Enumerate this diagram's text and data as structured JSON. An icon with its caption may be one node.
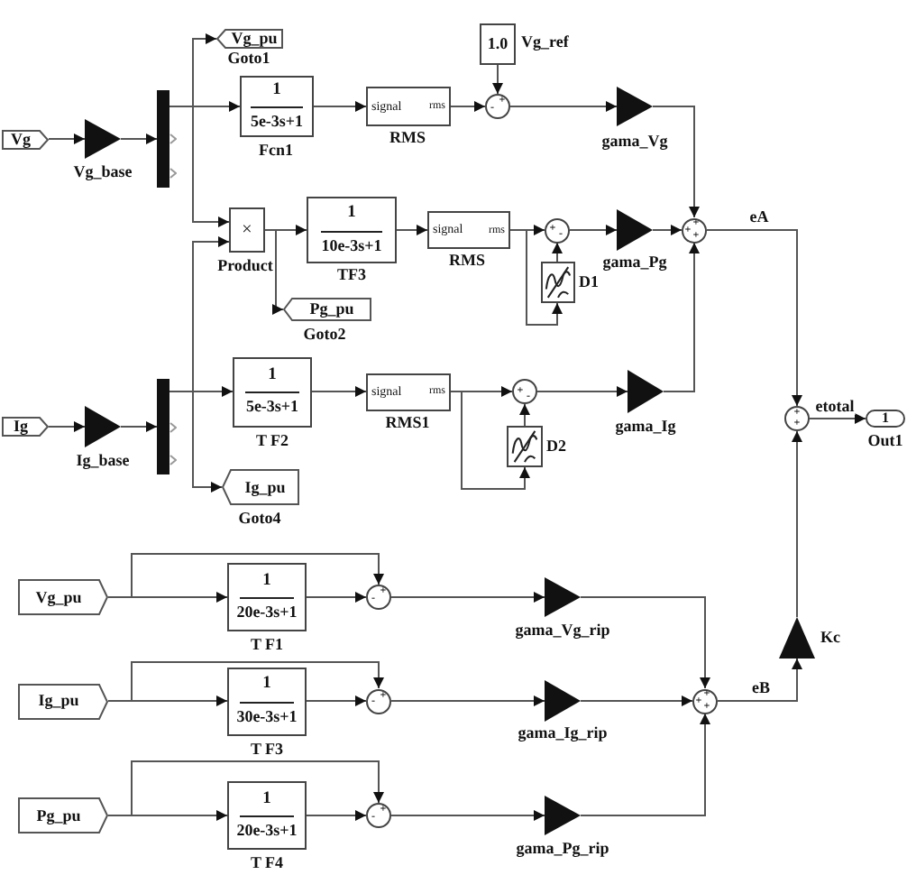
{
  "diagram": {
    "nodes": [
      {
        "text": [
          "Vg_pu"
        ],
        "beside": [
          "Goto1"
        ]
      },
      {
        "text": [
          "1.0"
        ],
        "beside": [
          "Vg_ref"
        ]
      },
      {
        "text": [
          "Vg"
        ]
      },
      {
        "text": [],
        "shape": "triangle",
        "beside": [
          "Vg_base"
        ]
      },
      {
        "text": [],
        "shape": "bar"
      },
      {
        "text": [
          "1",
          "5e-3s+1"
        ],
        "beside": [
          "Fcn1"
        ]
      },
      {
        "text": [
          "signal",
          "rms"
        ],
        "beside": [
          "RMS"
        ]
      },
      {
        "text": [
          "+",
          "-"
        ]
      },
      {
        "text": [],
        "shape": "triangle",
        "beside": [
          "gama_Vg"
        ]
      },
      {
        "text": [
          "×"
        ],
        "beside": [
          "Product"
        ]
      },
      {
        "text": [
          "1",
          "10e-3s+1"
        ],
        "beside": [
          "TF3"
        ]
      },
      {
        "text": [
          "signal",
          "rms"
        ],
        "beside": [
          "RMS"
        ]
      },
      {
        "text": [
          "+",
          "-"
        ]
      },
      {
        "text": [],
        "shape": "triangle",
        "beside": [
          "gama_Pg"
        ]
      },
      {
        "text": [
          "+",
          "+",
          "+"
        ]
      },
      {
        "text": [],
        "shape": "box",
        "beside": [
          "D1"
        ]
      },
      {
        "text": [
          "Pg_pu"
        ],
        "beside": [
          "Goto2"
        ]
      },
      {
        "text": [
          "Ig"
        ]
      },
      {
        "text": [],
        "shape": "triangle",
        "beside": [
          "Ig_base"
        ]
      },
      {
        "text": [],
        "shape": "bar"
      },
      {
        "text": [
          "1",
          "5e-3s+1"
        ],
        "beside": [
          "T F2"
        ]
      },
      {
        "text": [
          "signal",
          "rms"
        ],
        "beside": [
          "RMS1"
        ]
      },
      {
        "text": [
          "+",
          "-"
        ]
      },
      {
        "text": [],
        "shape": "triangle",
        "beside": [
          "gama_Ig"
        ]
      },
      {
        "text": [
          "+",
          "+"
        ]
      },
      {
        "text": [
          "1"
        ],
        "beside": [
          "Out1"
        ]
      },
      {
        "text": [],
        "shape": "box",
        "beside": [
          "D2"
        ]
      },
      {
        "text": [
          "Ig_pu"
        ],
        "beside": [
          "Goto4"
        ]
      },
      {
        "text": [
          "Vg_pu"
        ]
      },
      {
        "text": [
          "1",
          "20e-3s+1"
        ],
        "beside": [
          "T F1"
        ]
      },
      {
        "text": [
          "+",
          "-"
        ]
      },
      {
        "text": [],
        "shape": "triangle",
        "beside": [
          "gama_Vg_rip"
        ]
      },
      {
        "text": [
          "Ig_pu"
        ]
      },
      {
        "text": [
          "1",
          "30e-3s+1"
        ],
        "beside": [
          "T F3"
        ]
      },
      {
        "text": [
          "+",
          "-"
        ]
      },
      {
        "text": [],
        "shape": "triangle",
        "beside": [
          "gama_Ig_rip"
        ]
      },
      {
        "text": [
          "+",
          "+",
          "+"
        ]
      },
      {
        "text": [],
        "shape": "triangle",
        "beside": [
          "Kc"
        ]
      },
      {
        "text": [
          "Pg_pu"
        ]
      },
      {
        "text": [
          "1",
          "20e-3s+1"
        ],
        "beside": [
          "T F4"
        ]
      },
      {
        "text": [
          "+",
          "-"
        ]
      },
      {
        "text": [],
        "shape": "triangle",
        "beside": [
          "gama_Pg_rip"
        ]
      }
    ],
    "edges": [
      {
        "from": 2,
        "to": 3,
        "arrow": "to"
      },
      {
        "from": 3,
        "to": 4,
        "arrow": "to"
      },
      {
        "from": 4,
        "to": 0,
        "arrow": "to"
      },
      {
        "from": 4,
        "to": 5,
        "arrow": "to"
      },
      {
        "from": 4,
        "to": 9,
        "arrow": "to"
      },
      {
        "from": 1,
        "to": 7,
        "arrow": "to"
      },
      {
        "from": 5,
        "to": 6,
        "arrow": "to"
      },
      {
        "from": 6,
        "to": 7,
        "arrow": "to"
      },
      {
        "from": 7,
        "to": 8,
        "arrow": "to"
      },
      {
        "from": 8,
        "to": 14,
        "arrow": "to"
      },
      {
        "from": 9,
        "to": 16,
        "arrow": "to"
      },
      {
        "from": 9,
        "to": 10,
        "arrow": "to"
      },
      {
        "from": 10,
        "to": 11,
        "arrow": "to"
      },
      {
        "from": 11,
        "to": 12,
        "arrow": "to"
      },
      {
        "from": 11,
        "to": 15,
        "arrow": "to"
      },
      {
        "from": 15,
        "to": 12,
        "arrow": "to"
      },
      {
        "from": 12,
        "to": 13,
        "arrow": "to"
      },
      {
        "from": 13,
        "to": 14,
        "arrow": "to"
      },
      {
        "from": 14,
        "to": 24,
        "arrow": "to",
        "label": "eA"
      },
      {
        "from": 17,
        "to": 18,
        "arrow": "to"
      },
      {
        "from": 18,
        "to": 19,
        "arrow": "to"
      },
      {
        "from": 19,
        "to": 9,
        "arrow": "to"
      },
      {
        "from": 19,
        "to": 20,
        "arrow": "to"
      },
      {
        "from": 19,
        "to": 27,
        "arrow": "to"
      },
      {
        "from": 20,
        "to": 21,
        "arrow": "to"
      },
      {
        "from": 21,
        "to": 22,
        "arrow": "to"
      },
      {
        "from": 21,
        "to": 26,
        "arrow": "to"
      },
      {
        "from": 26,
        "to": 22,
        "arrow": "to"
      },
      {
        "from": 22,
        "to": 23,
        "arrow": "to"
      },
      {
        "from": 23,
        "to": 14,
        "arrow": "to"
      },
      {
        "from": 24,
        "to": 25,
        "arrow": "to",
        "label": "etotal"
      },
      {
        "from": 28,
        "to": 29,
        "arrow": "to"
      },
      {
        "from": 28,
        "to": 30,
        "arrow": "to"
      },
      {
        "from": 29,
        "to": 30,
        "arrow": "to"
      },
      {
        "from": 30,
        "to": 31,
        "arrow": "to"
      },
      {
        "from": 31,
        "to": 36,
        "arrow": "to"
      },
      {
        "from": 32,
        "to": 33,
        "arrow": "to"
      },
      {
        "from": 32,
        "to": 34,
        "arrow": "to"
      },
      {
        "from": 33,
        "to": 34,
        "arrow": "to"
      },
      {
        "from": 34,
        "to": 35,
        "arrow": "to"
      },
      {
        "from": 35,
        "to": 36,
        "arrow": "to"
      },
      {
        "from": 38,
        "to": 39,
        "arrow": "to"
      },
      {
        "from": 38,
        "to": 40,
        "arrow": "to"
      },
      {
        "from": 39,
        "to": 40,
        "arrow": "to"
      },
      {
        "from": 40,
        "to": 41,
        "arrow": "to"
      },
      {
        "from": 41,
        "to": 36,
        "arrow": "to"
      },
      {
        "from": 36,
        "to": 37,
        "arrow": "to",
        "label": "eB"
      },
      {
        "from": 37,
        "to": 24,
        "arrow": "to"
      }
    ]
  }
}
